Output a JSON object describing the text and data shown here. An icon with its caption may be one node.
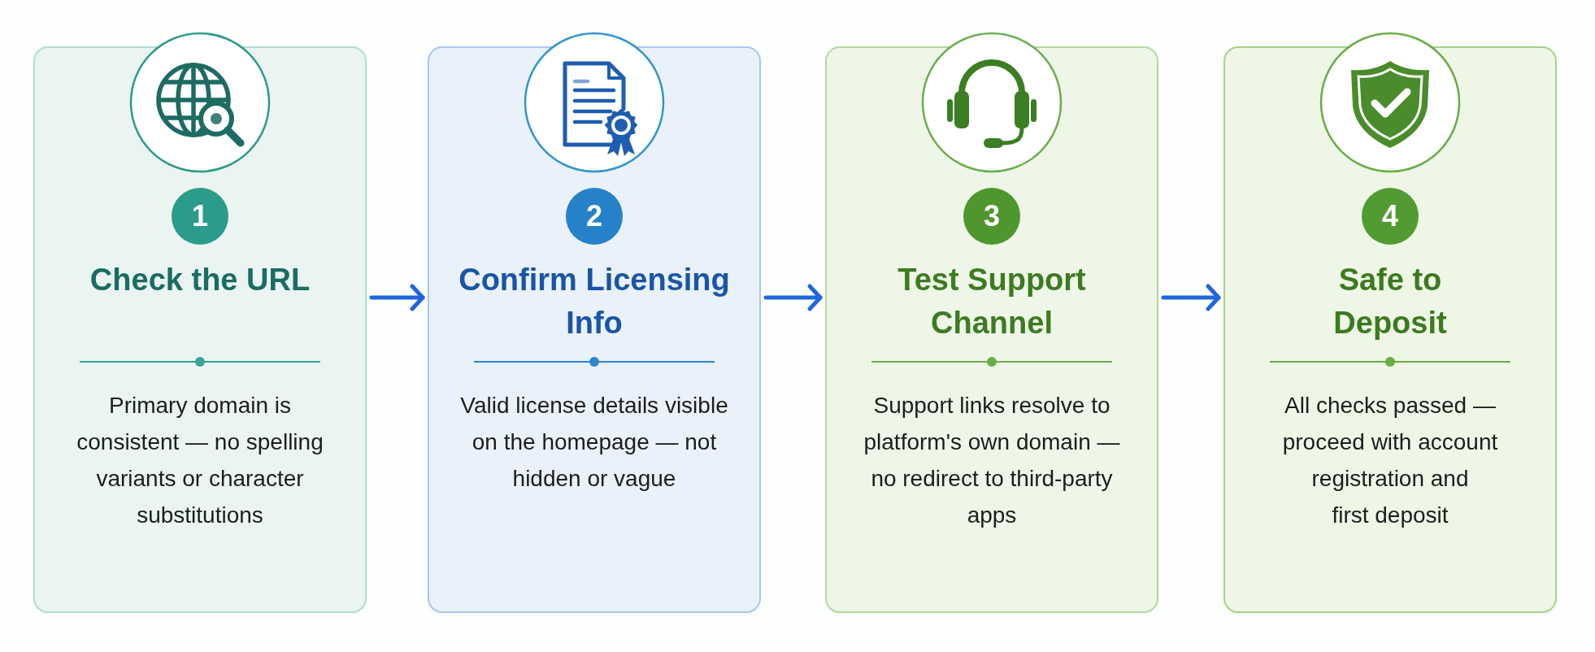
{
  "diagram": {
    "nodes": [
      {
        "text": [
          "Check the URL",
          "Primary domain is consistent — no spelling variants or character substitutions"
        ]
      },
      {
        "text": [
          "1"
        ],
        "in": 0
      },
      {
        "text": [
          "Confirm Licensing Info",
          "Valid license details visible on the homepage — not hidden or vague"
        ]
      },
      {
        "text": [
          "2"
        ],
        "in": 2
      },
      {
        "text": [
          "Test Support Channel",
          "Support links resolve to platform's own domain — no redirect to third-party apps"
        ]
      },
      {
        "text": [
          "3"
        ],
        "in": 4
      },
      {
        "text": [
          "Safe to Deposit",
          "All checks passed — proceed with account registration and first deposit"
        ]
      },
      {
        "text": [
          "4"
        ],
        "in": 6
      }
    ],
    "edges": [
      {
        "from": 0,
        "to": 2,
        "arrow": "to"
      },
      {
        "from": 2,
        "to": 4,
        "arrow": "to"
      },
      {
        "from": 4,
        "to": 6,
        "arrow": "to"
      }
    ]
  }
}
